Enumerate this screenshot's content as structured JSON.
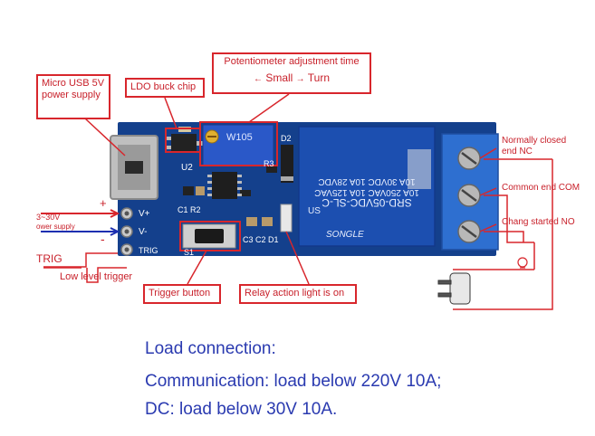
{
  "callouts": {
    "micro_usb": "Micro USB 5V power supply",
    "ldo": "LDO buck chip",
    "potentiometer": "Potentiometer adjustment time",
    "small": "Small",
    "turn": "Turn",
    "trigger_button": "Trigger button",
    "relay_light": "Relay action light is on"
  },
  "side_labels": {
    "plus": "+",
    "minus": "-",
    "voltage": "3~30V",
    "power_supply": "ower supply",
    "trig": "TRIG",
    "low_level_trigger": "Low level trigger",
    "normally_closed_1": "Normally closed",
    "normally_closed_2": "end NC",
    "common_end": "Common end COM",
    "normally_open": "Chang started NO"
  },
  "board": {
    "pin_vplus": "V+",
    "pin_vminus": "V-",
    "pin_trig": "TRIG",
    "u2": "U2",
    "c1r2": "C1 R2",
    "s1": "S1",
    "c3c2d1": "C3 C2 D1",
    "d2": "D2",
    "r3": "R3",
    "pot_text": "W105",
    "relay_model": "SRD-05VDC-SL-C",
    "relay_rating_1": "10A 250VAC  10A 125VAC",
    "relay_rating_2": "10A 30VDC  10A 28VDC",
    "relay_brand": "SONGLE",
    "relay_us": "US"
  },
  "notes": {
    "line1": "Load connection:",
    "line2": "Communication: load below 220V 10A;",
    "line3": "DC: load below 30V 10A."
  },
  "colors": {
    "pcb": "#14408c",
    "relay": "#1c4fb0",
    "terminal": "#2e6fd0",
    "callout": "#d8262c",
    "note_text": "#2a3ab0"
  }
}
